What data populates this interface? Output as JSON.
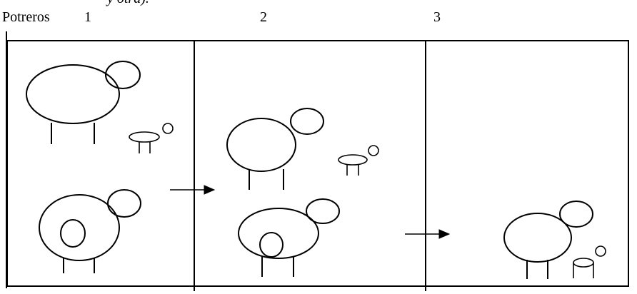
{
  "header": {
    "caption_fragment": "y otra).",
    "label": "Potreros",
    "paddocks": [
      "1",
      "2",
      "3"
    ]
  }
}
